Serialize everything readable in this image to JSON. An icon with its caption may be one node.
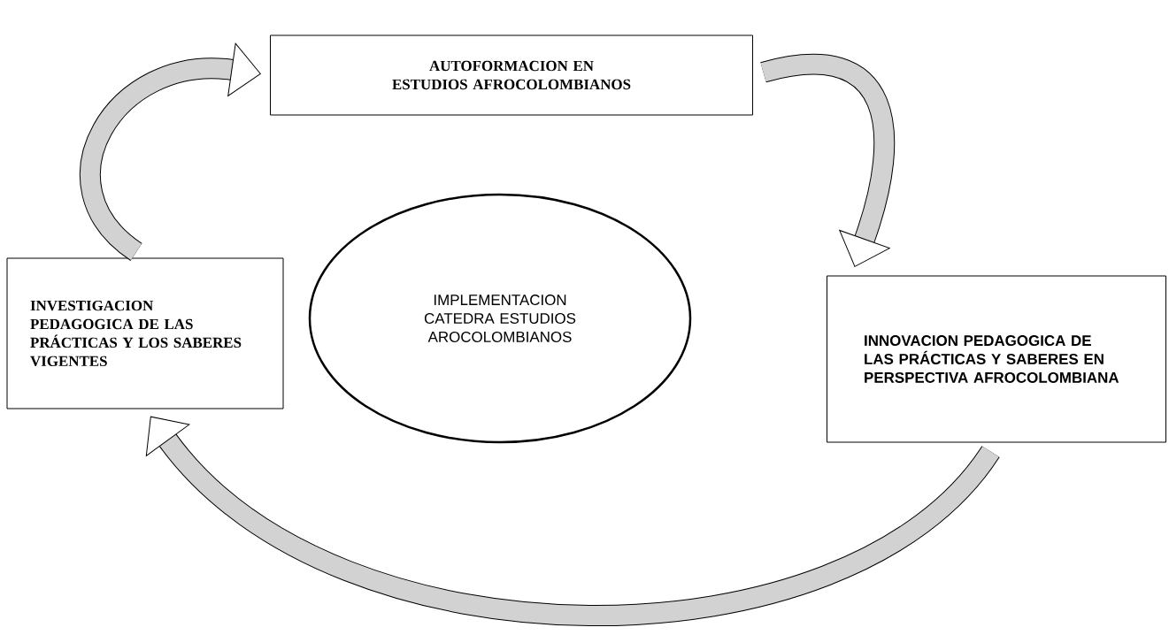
{
  "diagram": {
    "nodes": [
      {
        "text": [
          "AUTOFORMACION EN ESTUDIOS AFROCOLOMBIANOS"
        ]
      },
      {
        "text": [
          "IMPLEMENTACION CATEDRA ESTUDIOS AROCOLOMBIANOS"
        ]
      },
      {
        "text": [
          "INVESTIGACION PEDAGOGICA DE LAS PRÁCTICAS Y LOS SABERES VIGENTES"
        ]
      },
      {
        "text": [
          "INNOVACION PEDAGOGICA DE LAS PRÁCTICAS Y SABERES EN PERSPECTIVA AFROCOLOMBIANA"
        ]
      }
    ],
    "edges": [
      {
        "from": 2,
        "to": 0,
        "arrow": "to"
      },
      {
        "from": 0,
        "to": 3,
        "arrow": "to"
      },
      {
        "from": 3,
        "to": 2,
        "arrow": "to"
      }
    ]
  }
}
